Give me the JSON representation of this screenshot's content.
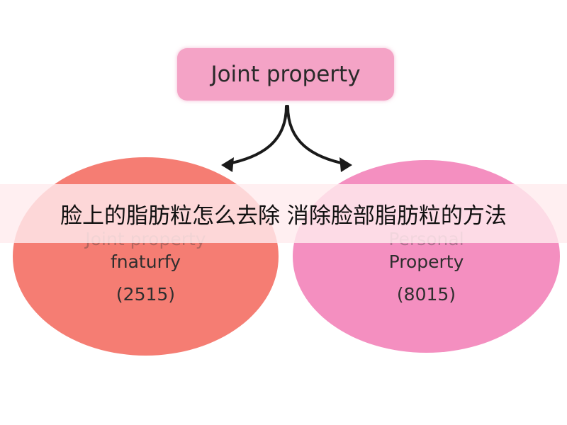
{
  "diagram": {
    "top_node": {
      "label": "Joint property",
      "color": "#f4a3c6"
    },
    "left_node": {
      "line1": "Joint property",
      "line2": "fnaturfy",
      "line3": "(2515)",
      "color": "#f57d73"
    },
    "right_node": {
      "line1": "Personal",
      "line2": "Property",
      "line3": "(8015)",
      "color": "#f48fc0"
    },
    "arrow_color": "#1a1a1a"
  },
  "banner": {
    "text": "脸上的脂肪粒怎么去除 消除脸部脂肪粒的方法"
  }
}
